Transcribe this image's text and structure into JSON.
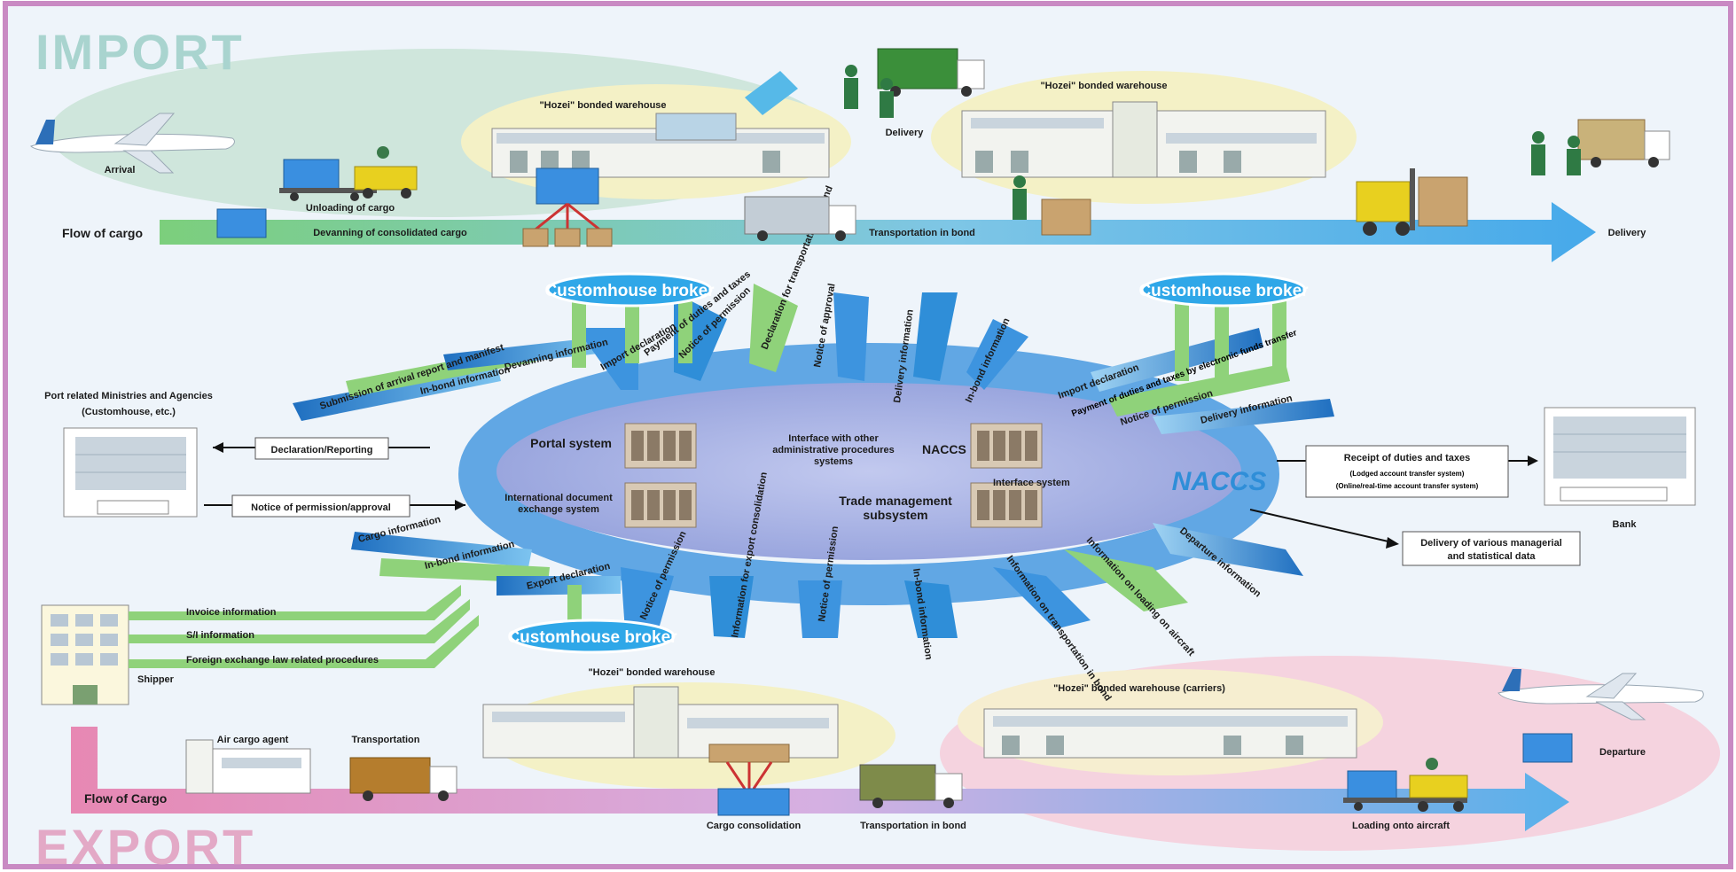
{
  "titles": {
    "import": "IMPORT",
    "export": "EXPORT"
  },
  "import_flow": {
    "arrival": "Arrival",
    "flow_of_cargo": "Flow of cargo",
    "unloading": "Unloading of cargo",
    "devanning": "Devanning of consolidated cargo",
    "warehouse_1": "\"Hozei\" bonded warehouse",
    "delivery_1": "Delivery",
    "warehouse_2": "\"Hozei\" bonded warehouse",
    "transport_bond": "Transportation in bond",
    "delivery_2": "Delivery"
  },
  "brokers": {
    "top_left": "Customhouse broker",
    "top_right": "Customhouse broker",
    "bottom": "Customhouse broker"
  },
  "ministries": {
    "title_line1": "Port related Ministries and Agencies",
    "title_line2": "(Customhouse, etc.)"
  },
  "center": {
    "portal": "Portal system",
    "interface_other_line1": "Interface with other",
    "interface_other_line2": "administrative procedures",
    "interface_other_line3": "systems",
    "naccs": "NACCS",
    "intl_doc_line1": "International document",
    "intl_doc_line2": "exchange system",
    "trade_mgmt_line1": "Trade management",
    "trade_mgmt_line2": "subsystem",
    "interface_system": "Interface system",
    "logo": "NACCS"
  },
  "connectors": {
    "declaration": "Declaration/Reporting",
    "notice": "Notice of permission/approval",
    "receipt_line1": "Receipt of duties and taxes",
    "receipt_line2": "(Lodged account transfer system)",
    "receipt_line3": "(Online/real-time account transfer system)",
    "bank": "Bank",
    "statistical_line1": "Delivery of various managerial",
    "statistical_line2": "and statistical data"
  },
  "flow_labels_top": [
    "Submission of arrival report and manifest",
    "In-bond information",
    "Devanning information",
    "Import declaration",
    "Payment of duties and taxes",
    "Notice of permission",
    "Declaration for transportation in bond",
    "Notice of approval",
    "Delivery information",
    "In-bond information",
    "Import declaration",
    "Payment of duties and taxes by electronic funds transfer",
    "Notice of permission",
    "Delivery information"
  ],
  "flow_labels_bottom": [
    "Cargo information",
    "In-bond information",
    "Export declaration",
    "Notice of permission",
    "Information for export consolidation",
    "Notice of permission",
    "In-bond information",
    "Information on transportation in bond",
    "Information on loading on aircraft",
    "Departure information"
  ],
  "shipper": {
    "invoice": "Invoice information",
    "sl": "S/I information",
    "forex": "Foreign exchange law related procedures",
    "label": "Shipper"
  },
  "export_flow": {
    "air_cargo_agent": "Air cargo agent",
    "transportation": "Transportation",
    "warehouse_1": "\"Hozei\" bonded warehouse",
    "warehouse_2": "\"Hozei\" bonded warehouse (carriers)",
    "flow_of_cargo": "Flow of Cargo",
    "consolidation": "Cargo consolidation",
    "transport_bond": "Transportation in bond",
    "loading": "Loading onto aircraft",
    "departure": "Departure"
  },
  "colors": {
    "frame": "#c98ac3",
    "background": "#eef4fa",
    "ellipse": "#a9b4e3",
    "broker": "#2fa7e8",
    "import_title": "#a9d4cf",
    "export_title": "#e3a9c6",
    "green_arrow": "#8fd27a",
    "blue_arrow": "#2f8ed8"
  }
}
